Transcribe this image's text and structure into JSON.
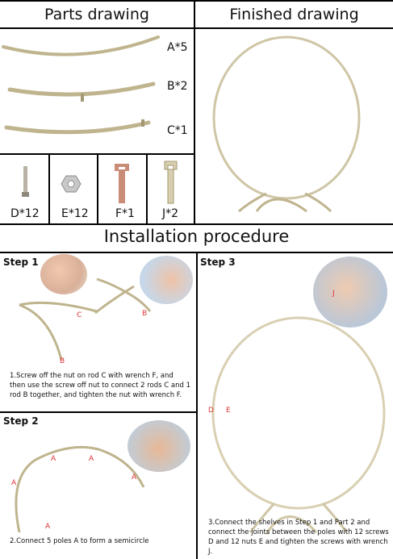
{
  "header": {
    "parts_title": "Parts drawing",
    "finished_title": "Finished drawing"
  },
  "parts": [
    {
      "label": "A*5"
    },
    {
      "label": "B*2"
    },
    {
      "label": "C*1"
    }
  ],
  "hardware": [
    {
      "label": "D*12"
    },
    {
      "label": "E*12"
    },
    {
      "label": "F*1"
    },
    {
      "label": "J*2"
    }
  ],
  "procedure_title": "Installation procedure",
  "steps": [
    {
      "title": "Step 1",
      "text": "1.Screw off the nut on rod C with wrench F, and then use the screw off nut to connect 2 rods C and 1 rod B together, and tighten the nut with wrench F.",
      "marks": [
        "C",
        "B",
        "B"
      ]
    },
    {
      "title": "Step 2",
      "text": "2.Connect 5 poles A to form a semicircle",
      "marks": [
        "A",
        "A",
        "A",
        "A",
        "A"
      ]
    },
    {
      "title": "Step 3",
      "text": "3.Connect the shelves in Step 1 and Part 2 and connect the joints between the poles with 12 screws D and 12 nuts E and tighten the screws with wrench J.",
      "marks": [
        "J",
        "D",
        "E"
      ]
    }
  ],
  "colors": {
    "rod": "#bfb48e",
    "rod_dark": "#a39872",
    "accent": "#d33333",
    "wrench": "#c98d77"
  }
}
